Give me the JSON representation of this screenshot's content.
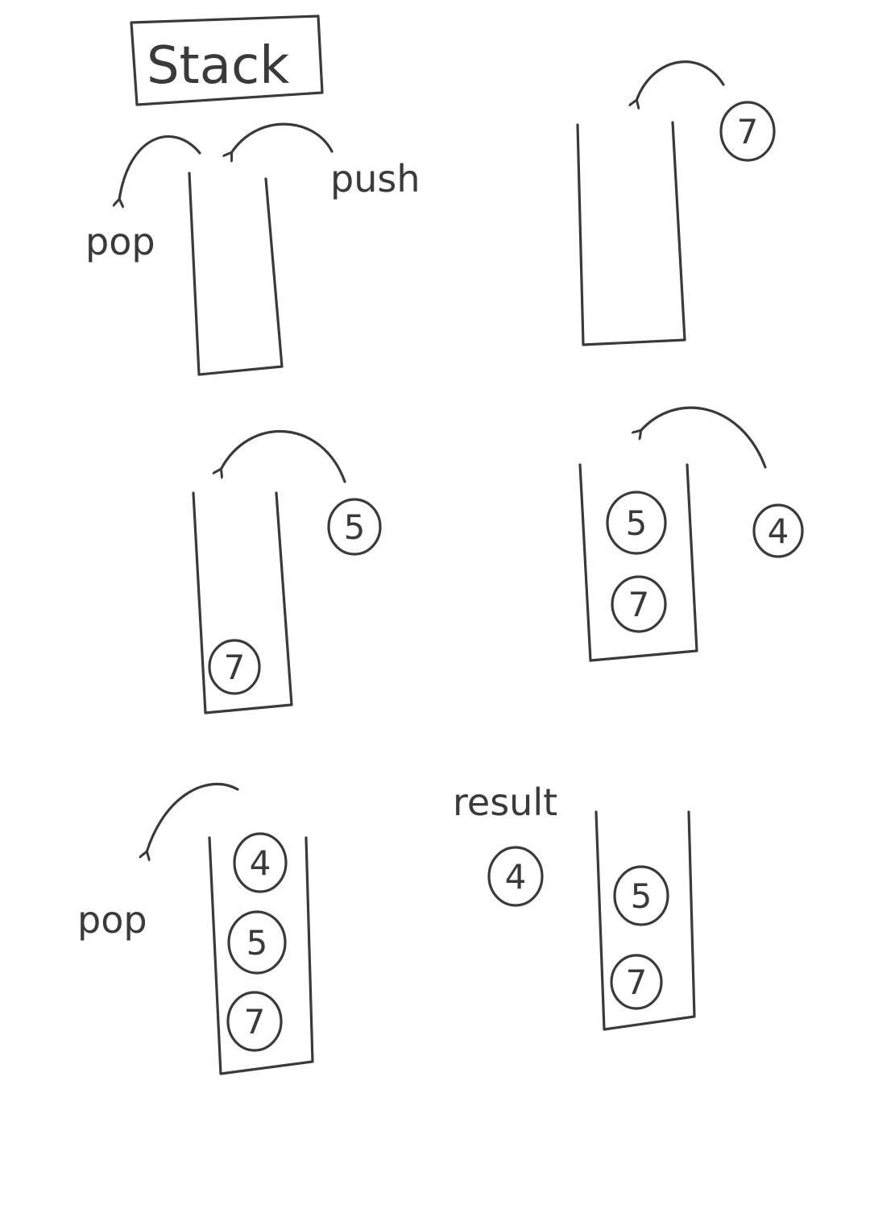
{
  "title": "Stack",
  "legend": {
    "push_label": "push",
    "pop_label": "pop"
  },
  "panels": {
    "panel_1": {
      "incoming": "7",
      "stack_items": []
    },
    "panel_2": {
      "incoming": "5",
      "stack_items": [
        "7"
      ]
    },
    "panel_3": {
      "incoming": "4",
      "stack_items": [
        "5",
        "7"
      ]
    },
    "panel_4": {
      "operation_label": "pop",
      "stack_items": [
        "4",
        "5",
        "7"
      ]
    },
    "panel_5": {
      "result_label": "result",
      "result_value": "4",
      "stack_items": [
        "5",
        "7"
      ]
    }
  },
  "colors": {
    "ink": "#3a3a3a",
    "paper": "#ffffff"
  }
}
